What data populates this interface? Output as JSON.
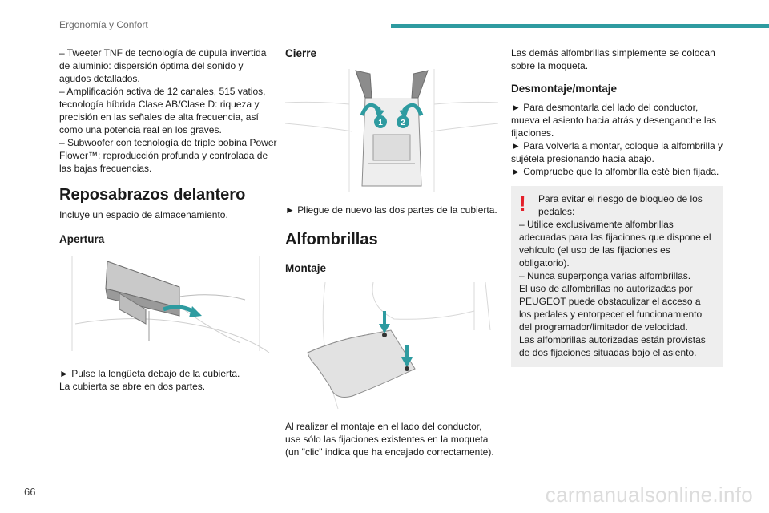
{
  "header": {
    "section": "Ergonomía y Confort",
    "page_number": "66",
    "watermark": "carmanualsonline.info",
    "accent_color": "#2e9ba0"
  },
  "col1": {
    "bullets": [
      "– Tweeter TNF de tecnología de cúpula invertida de aluminio: dispersión óptima del sonido y agudos detallados.",
      "– Amplificación activa de 12 canales, 515 vatios, tecnología híbrida Clase AB/Clase D: riqueza y precisión en las señales de alta frecuencia, así como una potencia real en los graves.",
      "– Subwoofer con tecnología de triple bobina Power Flower™: reproducción profunda y controlada de las bajas frecuencias."
    ],
    "armrest_title": "Reposabrazos delantero",
    "armrest_intro": "Incluye un espacio de almacenamiento.",
    "opening_title": "Apertura",
    "opening_steps": [
      "► Pulse la lengüeta debajo de la cubierta.",
      "La cubierta se abre en dos partes."
    ]
  },
  "col2": {
    "closing_title": "Cierre",
    "closing_step": "► Pliegue de nuevo las dos partes de la cubierta.",
    "closing_badges": [
      "1",
      "2"
    ],
    "mats_title": "Alfombrillas",
    "fitting_title": "Montaje",
    "fitting_text": "Al realizar el montaje en el lado del conductor, use sólo las fijaciones existentes en la moqueta (un \"clic\" indica que ha encajado correctamente)."
  },
  "col3": {
    "other_mats": "Las demás alfombrillas simplemente se colocan sobre la moqueta.",
    "remove_title": "Desmontaje/montaje",
    "remove_steps": [
      "► Para desmontarla del lado del conductor, mueva el asiento hacia atrás y desenganche las fijaciones.",
      "► Para volverla a montar, coloque la alfombrilla y sujétela presionando hacia abajo.",
      "► Compruebe que la alfombrilla esté bien fijada."
    ],
    "warning": {
      "icon": "exclamation-mark",
      "color": "#e4202a",
      "lead": "Para evitar el riesgo de bloqueo de los pedales:",
      "lines": [
        "– Utilice exclusivamente alfombrillas adecuadas para las fijaciones que dispone el vehículo (el uso de las fijaciones es obligatorio).",
        "– Nunca superponga varias alfombrillas.",
        "El uso de alfombrillas no autorizadas por PEUGEOT puede obstaculizar el acceso a los pedales y entorpecer el funcionamiento del programador/limitador de velocidad.",
        "Las alfombrillas autorizadas están provistas de dos fijaciones situadas bajo el asiento."
      ]
    }
  }
}
